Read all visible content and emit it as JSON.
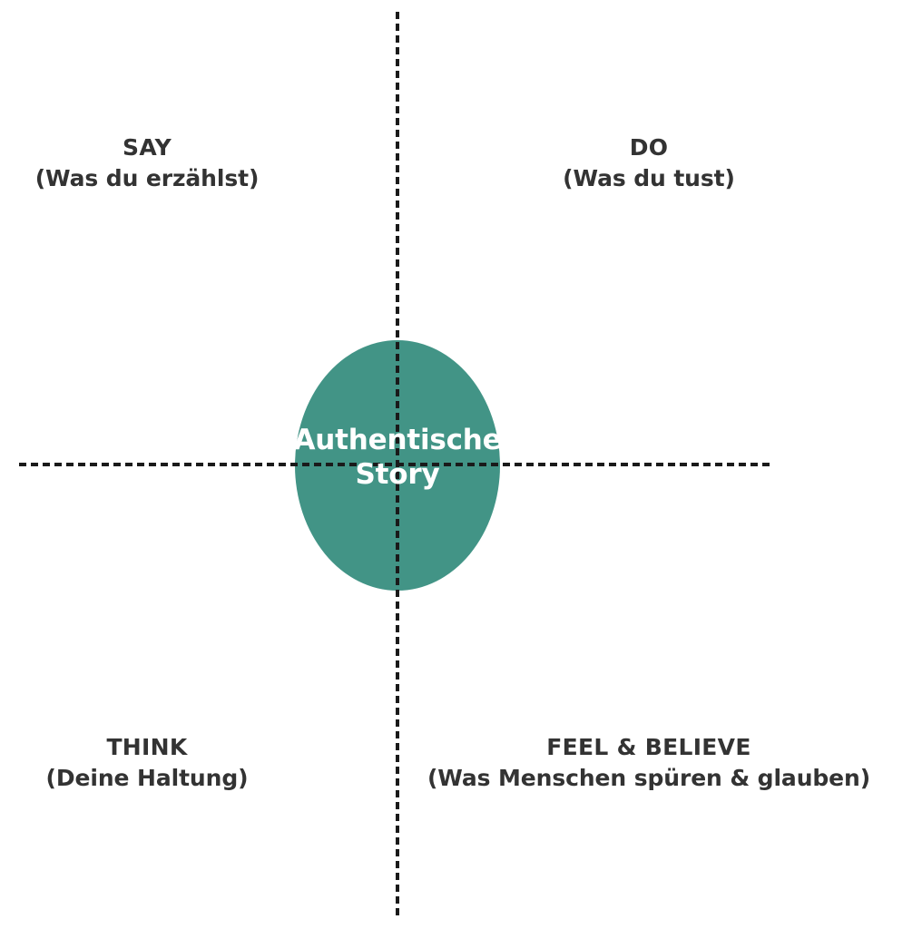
{
  "diagram": {
    "title": "Authentische Story Quadrant",
    "background_color": "#ffffff",
    "accent_color": "#429486",
    "text_color": "#333333",
    "axis_color": "#1a1a1a"
  },
  "center": {
    "label": "Authentische\nStory",
    "shape": "ellipse",
    "fill": "#429486",
    "text_color": "#ffffff"
  },
  "quadrants": [
    {
      "id": "say",
      "position": "top-left",
      "title": "SAY",
      "subtitle": "(Was du erzählst)"
    },
    {
      "id": "do",
      "position": "top-right",
      "title": "DO",
      "subtitle": "(Was du tust)"
    },
    {
      "id": "think",
      "position": "bottom-left",
      "title": "THINK",
      "subtitle": "(Deine Haltung)"
    },
    {
      "id": "feel",
      "position": "bottom-right",
      "title": "FEEL & BELIEVE",
      "subtitle": "(Was Menschen spüren & glauben)"
    }
  ],
  "axes": {
    "vertical": {
      "style": "dashed",
      "color": "#1a1a1a"
    },
    "horizontal": {
      "style": "dashed",
      "color": "#1a1a1a"
    }
  }
}
